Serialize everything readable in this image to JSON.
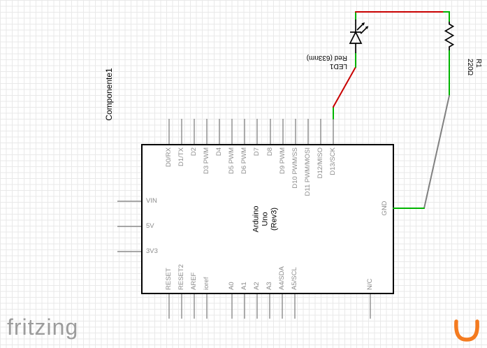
{
  "brand": {
    "logo_text": "fritzing"
  },
  "colors": {
    "wire_green": "#00b400",
    "wire_red": "#c80000",
    "wire_gray": "#808080",
    "pin_gray": "#8c8c8c",
    "symbol_black": "#000000",
    "brand_orange": "#f47b20",
    "logo_gray": "#9c9c9c",
    "grid_line": "#e9e9e9"
  },
  "board": {
    "label": "Componente1",
    "title_lines": [
      "Arduino",
      "Uno",
      "(Rev3)"
    ],
    "pins": {
      "top": [
        "D0/RX",
        "D1/TX",
        "D2",
        "D3 PWM",
        "D4",
        "D5 PWM",
        "D6 PWM",
        "D7",
        "D8",
        "D9 PWM",
        "D10 PWM/SS",
        "D11 PWM/MOSI",
        "D12/MISO",
        "D13/SCK"
      ],
      "bottom": [
        "RESET",
        "RESET2",
        "AREF",
        "ioref",
        "A0",
        "A1",
        "A2",
        "A3",
        "A4/SDA",
        "A5/SCL",
        "N/C"
      ],
      "left": [
        "VIN",
        "5V",
        "3V3"
      ],
      "right": [
        "GND"
      ]
    }
  },
  "components": {
    "led": {
      "designator": "LED1",
      "value": "Red (633nm)"
    },
    "resistor": {
      "designator": "R1",
      "value": "220Ω"
    }
  }
}
